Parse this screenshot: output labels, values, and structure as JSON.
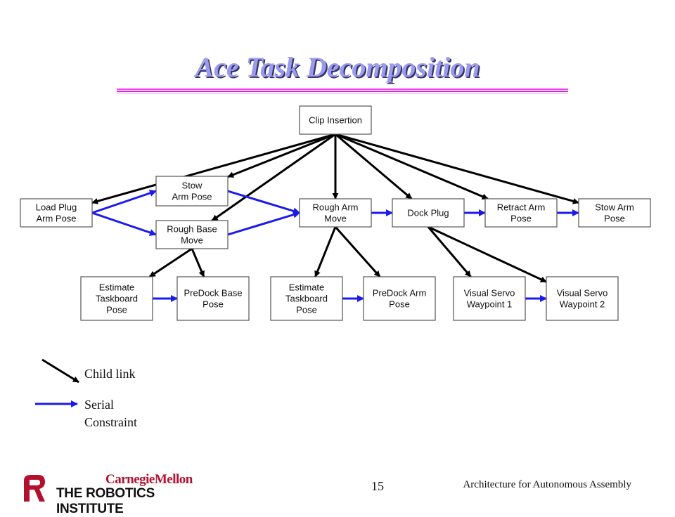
{
  "slide": {
    "title": "Ace Task Decomposition",
    "page_number": "15",
    "footer_text": "Architecture for Autonomous Assembly",
    "logo": {
      "line1": "CarnegieMellon",
      "line2": "THE ROBOTICS INSTITUTE"
    }
  },
  "diagram": {
    "nodes": [
      {
        "id": "clip",
        "label": [
          "Clip Insertion"
        ]
      },
      {
        "id": "load",
        "label": [
          "Load Plug",
          "Arm Pose"
        ]
      },
      {
        "id": "stow1",
        "label": [
          "Stow",
          "Arm Pose"
        ]
      },
      {
        "id": "roughbase",
        "label": [
          "Rough Base",
          "Move"
        ]
      },
      {
        "id": "rougharm",
        "label": [
          "Rough Arm",
          "Move"
        ]
      },
      {
        "id": "dock",
        "label": [
          "Dock Plug"
        ]
      },
      {
        "id": "retract",
        "label": [
          "Retract Arm",
          "Pose"
        ]
      },
      {
        "id": "stow2",
        "label": [
          "Stow Arm",
          "Pose"
        ]
      },
      {
        "id": "est1",
        "label": [
          "Estimate",
          "Taskboard",
          "Pose"
        ]
      },
      {
        "id": "predockbase",
        "label": [
          "PreDock Base",
          "Pose"
        ]
      },
      {
        "id": "est2",
        "label": [
          "Estimate",
          "Taskboard",
          "Pose"
        ]
      },
      {
        "id": "predockarm",
        "label": [
          "PreDock Arm",
          "Pose"
        ]
      },
      {
        "id": "vs1",
        "label": [
          "Visual Servo",
          "Waypoint 1"
        ]
      },
      {
        "id": "vs2",
        "label": [
          "Visual Servo",
          "Waypoint 2"
        ]
      }
    ],
    "child_links": [
      [
        "clip",
        "load"
      ],
      [
        "clip",
        "stow1"
      ],
      [
        "clip",
        "roughbase"
      ],
      [
        "clip",
        "rougharm"
      ],
      [
        "clip",
        "dock"
      ],
      [
        "clip",
        "retract"
      ],
      [
        "clip",
        "stow2"
      ],
      [
        "roughbase",
        "est1"
      ],
      [
        "roughbase",
        "predockbase"
      ],
      [
        "rougharm",
        "est2"
      ],
      [
        "rougharm",
        "predockarm"
      ],
      [
        "dock",
        "vs1"
      ],
      [
        "dock",
        "vs2"
      ]
    ],
    "serial_constraints": [
      [
        "load",
        "stow1"
      ],
      [
        "load",
        "roughbase"
      ],
      [
        "stow1",
        "rougharm"
      ],
      [
        "roughbase",
        "rougharm"
      ],
      [
        "rougharm",
        "dock"
      ],
      [
        "dock",
        "retract"
      ],
      [
        "retract",
        "stow2"
      ],
      [
        "est1",
        "predockbase"
      ],
      [
        "est2",
        "predockarm"
      ],
      [
        "vs1",
        "vs2"
      ]
    ],
    "colors": {
      "child_link": "#000000",
      "serial_constraint": "#1a1aee"
    }
  },
  "legend": {
    "child_link": "Child link",
    "serial_line1": "Serial",
    "serial_line2": "Constraint"
  }
}
